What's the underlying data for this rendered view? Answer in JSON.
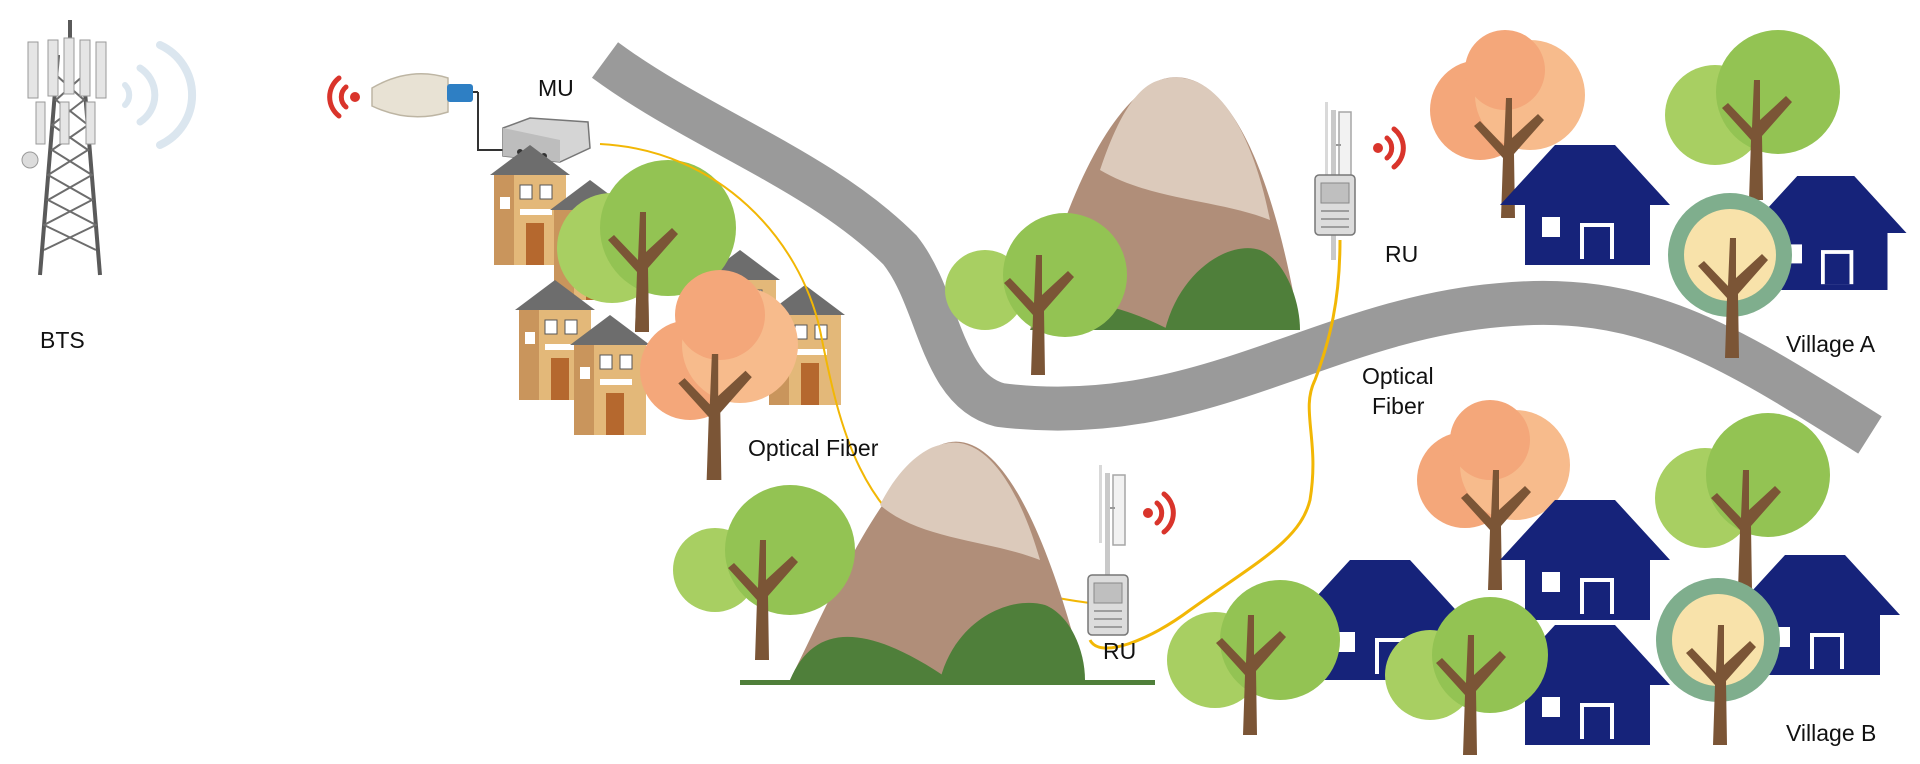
{
  "labels": {
    "bts": "BTS",
    "mu": "MU",
    "ru_upper": "RU",
    "ru_lower": "RU",
    "optical_fiber_left": "Optical Fiber",
    "optical_fiber_right_line1": "Optical",
    "optical_fiber_right_line2": "Fiber",
    "village_a": "Village A",
    "village_b": "Village B"
  },
  "colors": {
    "road": "#9a9a9a",
    "fiber": "#f2b705",
    "signal_red": "#d9342b",
    "signal_blue": "#dbe6ef",
    "house_navy": "#16237a",
    "tree_green": "#93c353",
    "tree_green_light": "#a8cf62",
    "tree_peach": "#f4a77a",
    "tree_trunk": "#7b5536",
    "mountain_top": "#dccabb",
    "mountain_mid": "#b08e79",
    "mountain_green": "#4f7f3a",
    "building_tan": "#e3b879",
    "building_roof": "#6d6d6d"
  }
}
